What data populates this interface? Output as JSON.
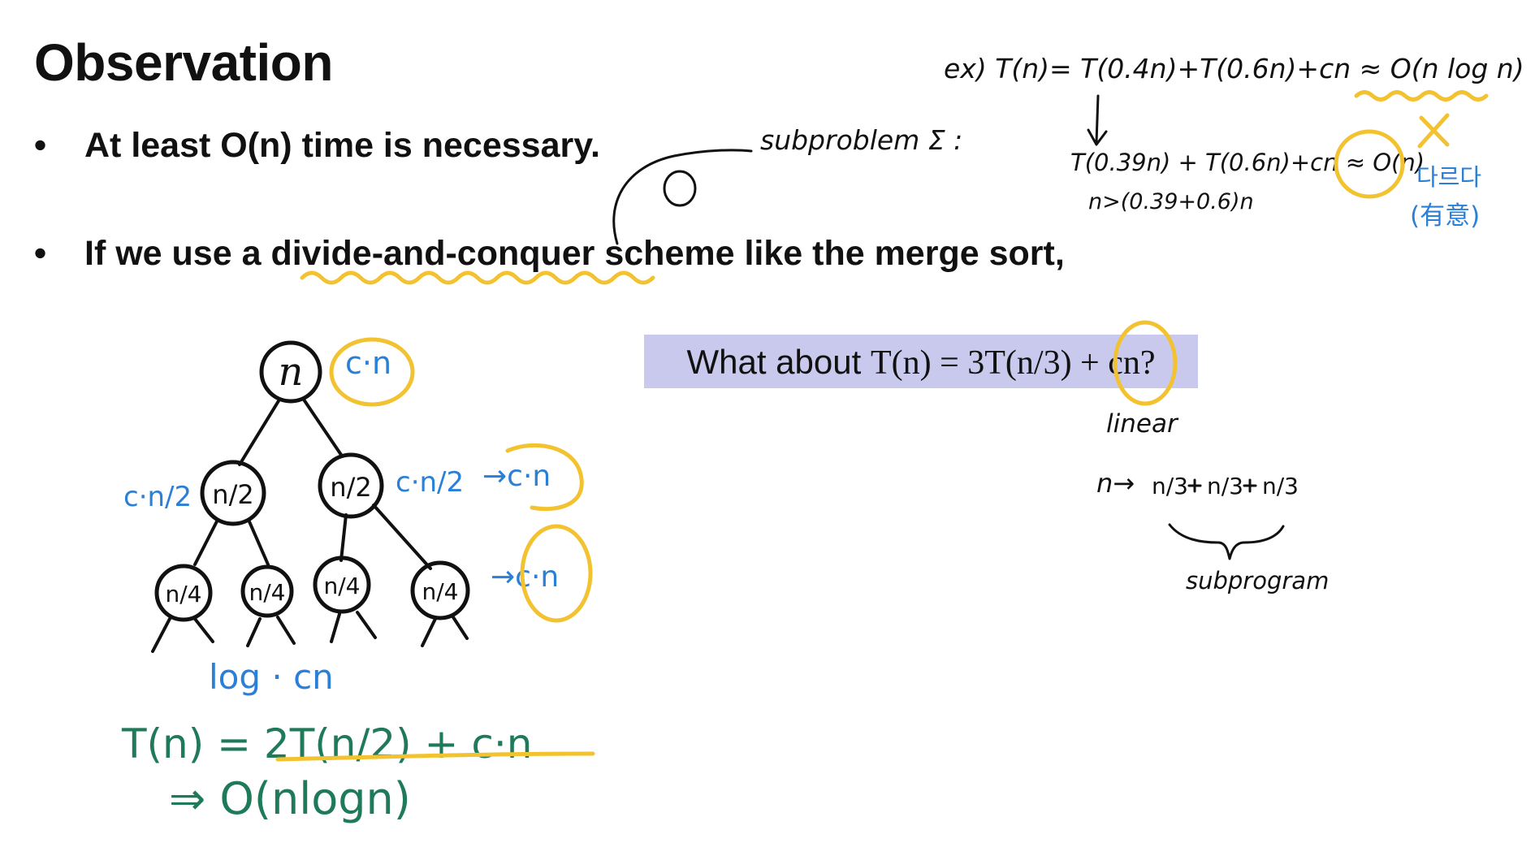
{
  "slide": {
    "title": "Observation",
    "bullets": [
      {
        "marker": "•",
        "text": "At least O(n) time is necessary."
      },
      {
        "marker": "•",
        "text_before": "If we use a ",
        "highlight": "divide-and-conquer",
        "text_after": " scheme like the merge sort,"
      }
    ],
    "question": {
      "lead": "What about ",
      "formula": "T(n) = 3T(n/3) + cn?"
    }
  },
  "annotations": {
    "top_example": "ex) T(n)= T(0.4n)+T(0.6n)+cn ≈ O(n log n)",
    "top_expansion": "T(0.39n) + T(0.6n)+cn ≈ O(n)",
    "top_condition": "n>(0.39+0.6)n",
    "subproblem": "subproblem Σ :",
    "korean_note": "다르다",
    "korean_note2": "(有意)",
    "linear": "linear",
    "split": "n→",
    "fraction": "n/3",
    "subprogram": "subprogram",
    "tree": {
      "root": "n",
      "level1": [
        "n/2",
        "n/2"
      ],
      "level2": [
        "n/4",
        "n/4",
        "n/4",
        "n/4"
      ],
      "root_cost": "c·n",
      "level1_left_cost": "c·n/2",
      "level1_right_cost": "c·n/2",
      "level1_sum": "→c·n",
      "level2_sum": "→c·n",
      "levels": "log · cn"
    },
    "recurrence": "T(n) = 2T(n/2) + c·n",
    "result": "⇒ O(nlogn)"
  },
  "colors": {
    "ink_black": "#111111",
    "ink_blue": "#2a7fd6",
    "ink_green": "#1f7a5a",
    "highlight_yellow": "#f2c230",
    "box_lavender": "#c9c9ee"
  }
}
